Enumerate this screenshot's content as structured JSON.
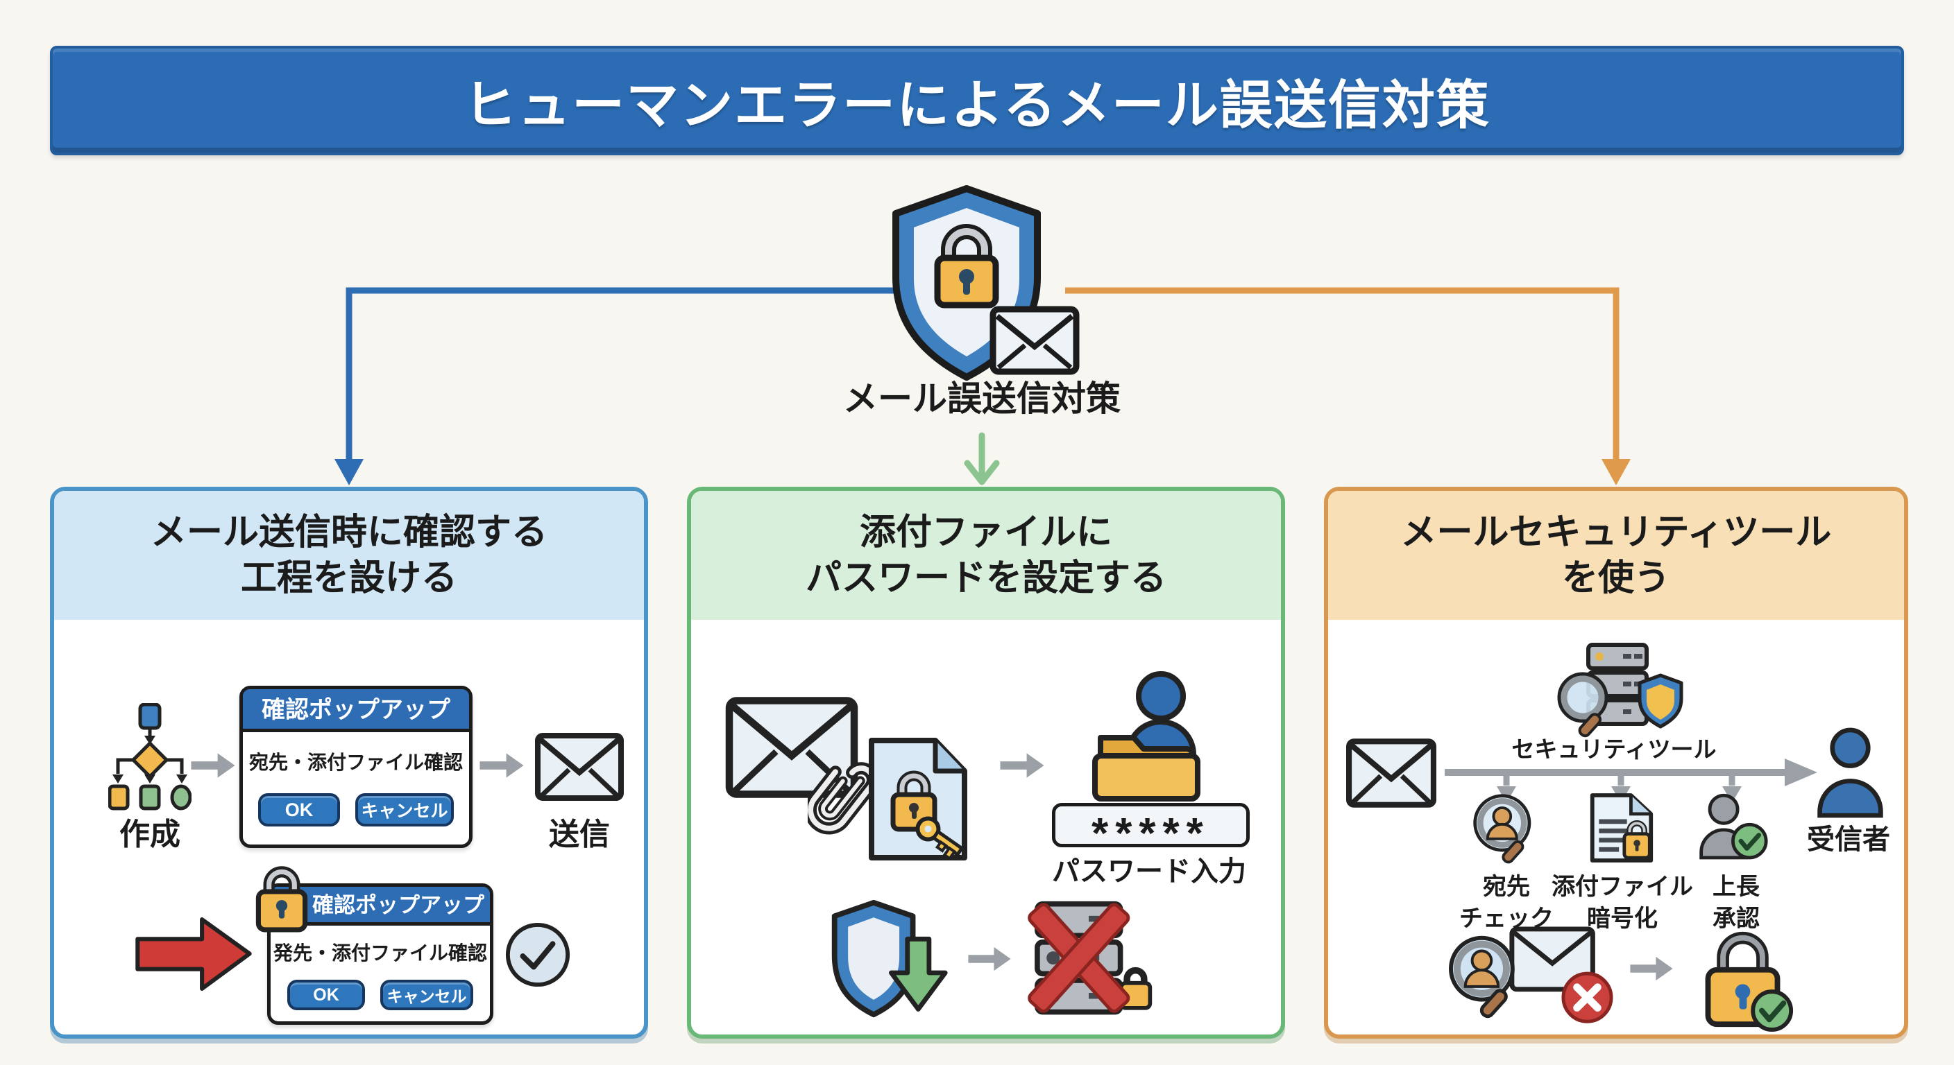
{
  "title": "ヒューマンエラーによるメール誤送信対策",
  "hub": {
    "label": "メール誤送信対策",
    "icon": "shield-lock-mail-icon"
  },
  "left": {
    "title1": "メール送信時に確認する",
    "title2": "工程を設ける",
    "create_label": "作成",
    "send_label": "送信",
    "popup1": {
      "title": "確認ポップアップ",
      "body": "宛先・添付ファイル確認",
      "ok": "OK",
      "cancel": "キャンセル"
    },
    "popup2": {
      "title": "確認ポップアップ",
      "body": "発先・添付ファイル確認",
      "ok": "OK",
      "cancel": "キャンセル"
    }
  },
  "middle": {
    "title1": "添付ファイルに",
    "title2": "パスワードを設定する",
    "password_mask": "*****",
    "password_label": "パスワード入力"
  },
  "right": {
    "title1": "メールセキュリティツール",
    "title2": "を使う",
    "tool_label": "セキュリティツール",
    "receiver_label": "受信者",
    "step1a": "宛先",
    "step1b": "チェック",
    "step2a": "添付ファイル",
    "step2b": "暗号化",
    "step3a": "上長",
    "step3b": "承認"
  },
  "icons": {
    "hub": "shield-lock-mail-icon",
    "left": [
      "flowchart-icon",
      "envelope-icon",
      "red-arrow-icon",
      "padlock-icon",
      "check-circle-icon"
    ],
    "middle": [
      "envelope-icon",
      "paperclip-icon",
      "locked-file-key-icon",
      "person-folder-icon",
      "shield-download-icon",
      "server-blocked-icon"
    ],
    "right": [
      "security-server-icon",
      "envelope-icon",
      "recipient-person-icon",
      "address-check-icon",
      "attachment-encrypt-icon",
      "approval-person-icon",
      "mail-screening-icon",
      "lock-approved-icon"
    ]
  },
  "colors": {
    "banner_blue": "#2b6cb4",
    "connector_blue": "#2e6db4",
    "connector_green": "#8bc48f",
    "connector_orange": "#e09a4b",
    "left_header": "#d2e7f5",
    "middle_header": "#d8efdc",
    "right_header": "#f8dfb6",
    "accent_red": "#c9403c",
    "accent_amber": "#f2b94e"
  }
}
